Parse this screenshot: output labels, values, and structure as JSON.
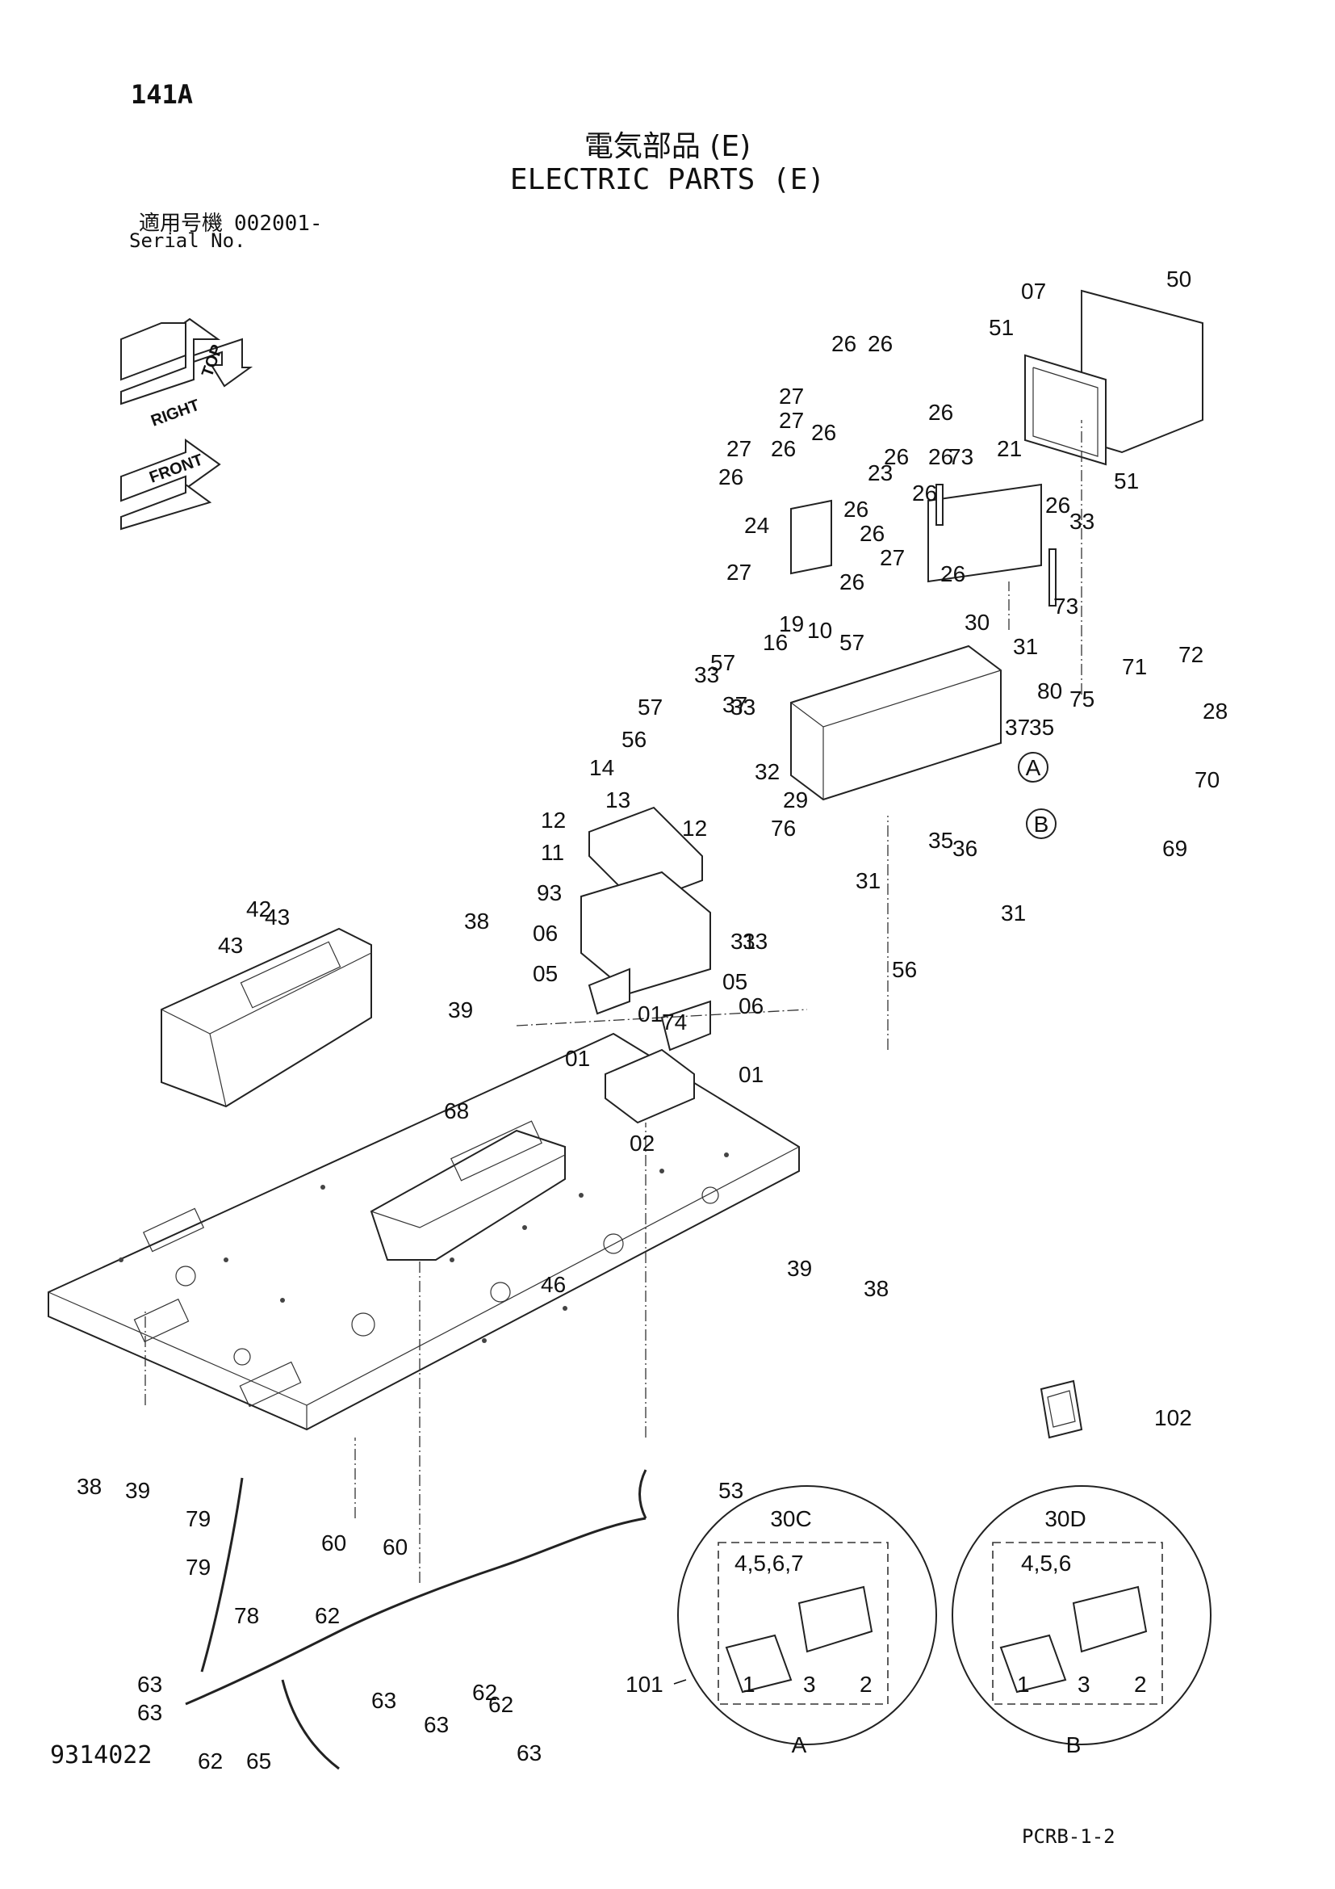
{
  "page": {
    "number": "141A",
    "drawing_no": "9314022",
    "sheet_code": "PCRB-1-2"
  },
  "title": {
    "jp": "電気部品 (E)",
    "en": "ELECTRIC PARTS (E)"
  },
  "serial": {
    "jp_label": "適用号機",
    "value": "002001-",
    "en_label": "Serial No."
  },
  "orientation": {
    "top": "TOP",
    "right": "RIGHT",
    "front": "FRONT"
  },
  "details": [
    {
      "id": "A",
      "title": "30C",
      "group": "4,5,6,7",
      "items": [
        "1",
        "3",
        "2"
      ],
      "ref": "101"
    },
    {
      "id": "B",
      "title": "30D",
      "group": "4,5,6",
      "items": [
        "1",
        "3",
        "2"
      ]
    }
  ],
  "callouts": [
    "07",
    "50",
    "51",
    "51",
    "26",
    "26",
    "26",
    "27",
    "27",
    "26",
    "26",
    "26",
    "23",
    "27",
    "26",
    "26",
    "24",
    "27",
    "26",
    "26",
    "21",
    "73",
    "73",
    "26",
    "33",
    "26",
    "26",
    "27",
    "26",
    "30",
    "19",
    "10",
    "57",
    "16",
    "31",
    "33",
    "57",
    "33",
    "37",
    "57",
    "56",
    "32",
    "29",
    "76",
    "14",
    "13",
    "12",
    "12",
    "11",
    "93",
    "31",
    "33",
    "80",
    "75",
    "71",
    "72",
    "28",
    "37",
    "35",
    "70",
    "69",
    "35",
    "36",
    "31",
    "31",
    "56",
    "42",
    "43",
    "43",
    "38",
    "39",
    "06",
    "05",
    "05",
    "06",
    "74",
    "01",
    "01",
    "01",
    "02",
    "68",
    "46",
    "39",
    "38",
    "38",
    "39",
    "60",
    "60",
    "79",
    "79",
    "78",
    "63",
    "63",
    "62",
    "65",
    "62",
    "63",
    "63",
    "62",
    "62",
    "63",
    "53",
    "102"
  ],
  "markers": [
    "A",
    "B"
  ]
}
